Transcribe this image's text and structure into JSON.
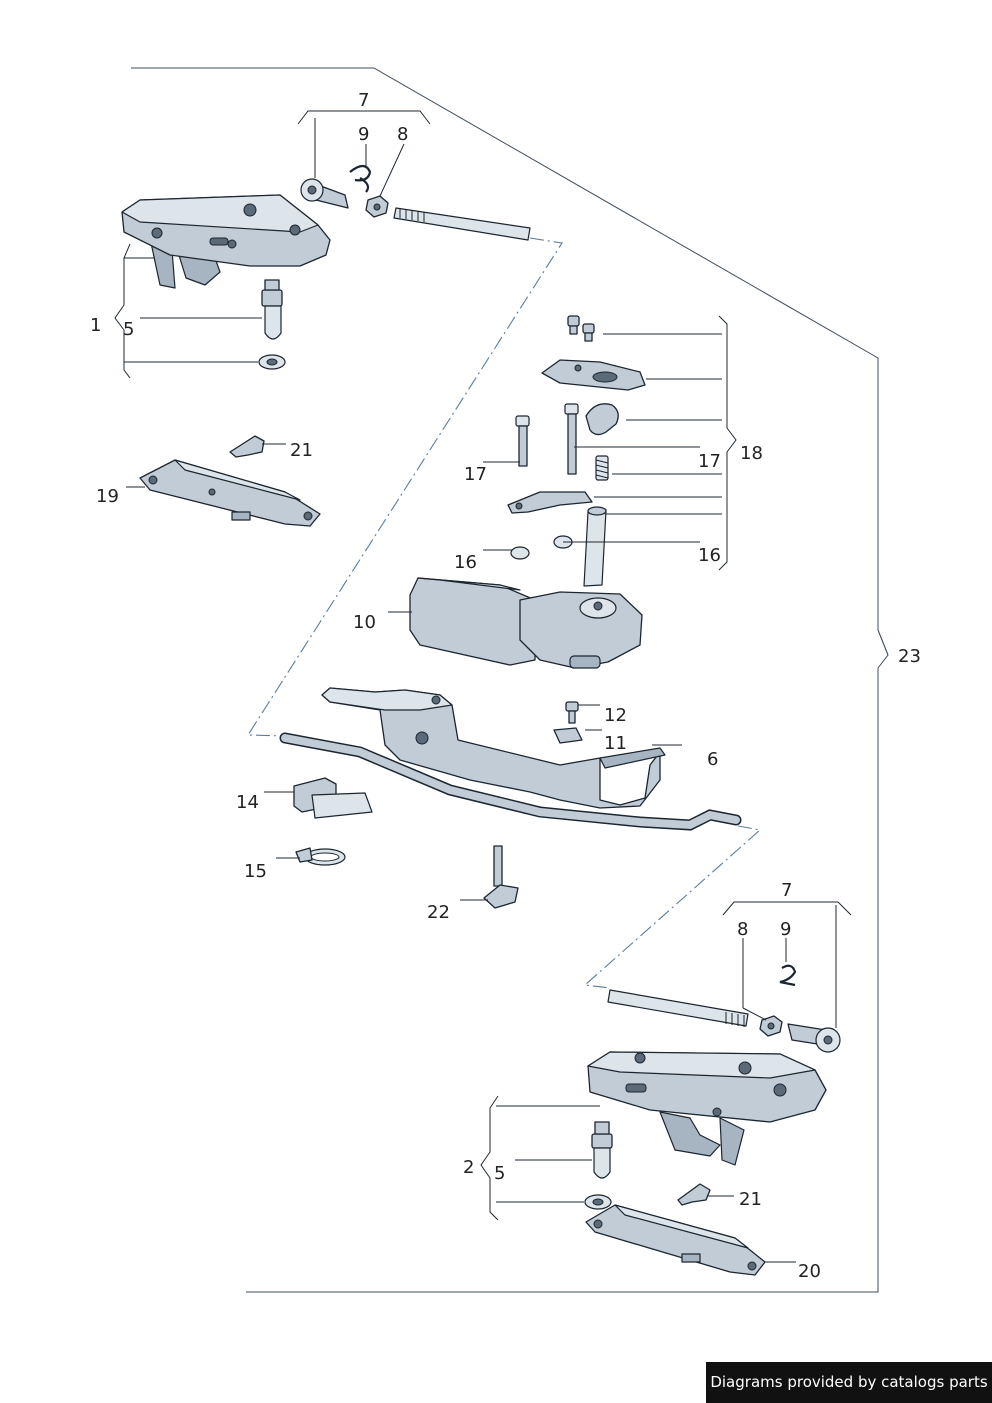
{
  "callouts": {
    "c1": "1",
    "c2": "2",
    "c5a": "5",
    "c5b": "5",
    "c6": "6",
    "c7a": "7",
    "c7b": "7",
    "c8a": "8",
    "c8b": "8",
    "c9a": "9",
    "c9b": "9",
    "c10": "10",
    "c11": "11",
    "c12": "12",
    "c14": "14",
    "c15": "15",
    "c16a": "16",
    "c16b": "16",
    "c17a": "17",
    "c17b": "17",
    "c18": "18",
    "c19": "19",
    "c20": "20",
    "c21a": "21",
    "c21b": "21",
    "c22": "22",
    "c23": "23"
  },
  "credit": "Diagrams provided by catalogs parts",
  "colors": {
    "part_fill": "#c2ccd6",
    "line": "#1e2a36",
    "dash": "#5b7e9a",
    "credit_bg": "#111111"
  }
}
